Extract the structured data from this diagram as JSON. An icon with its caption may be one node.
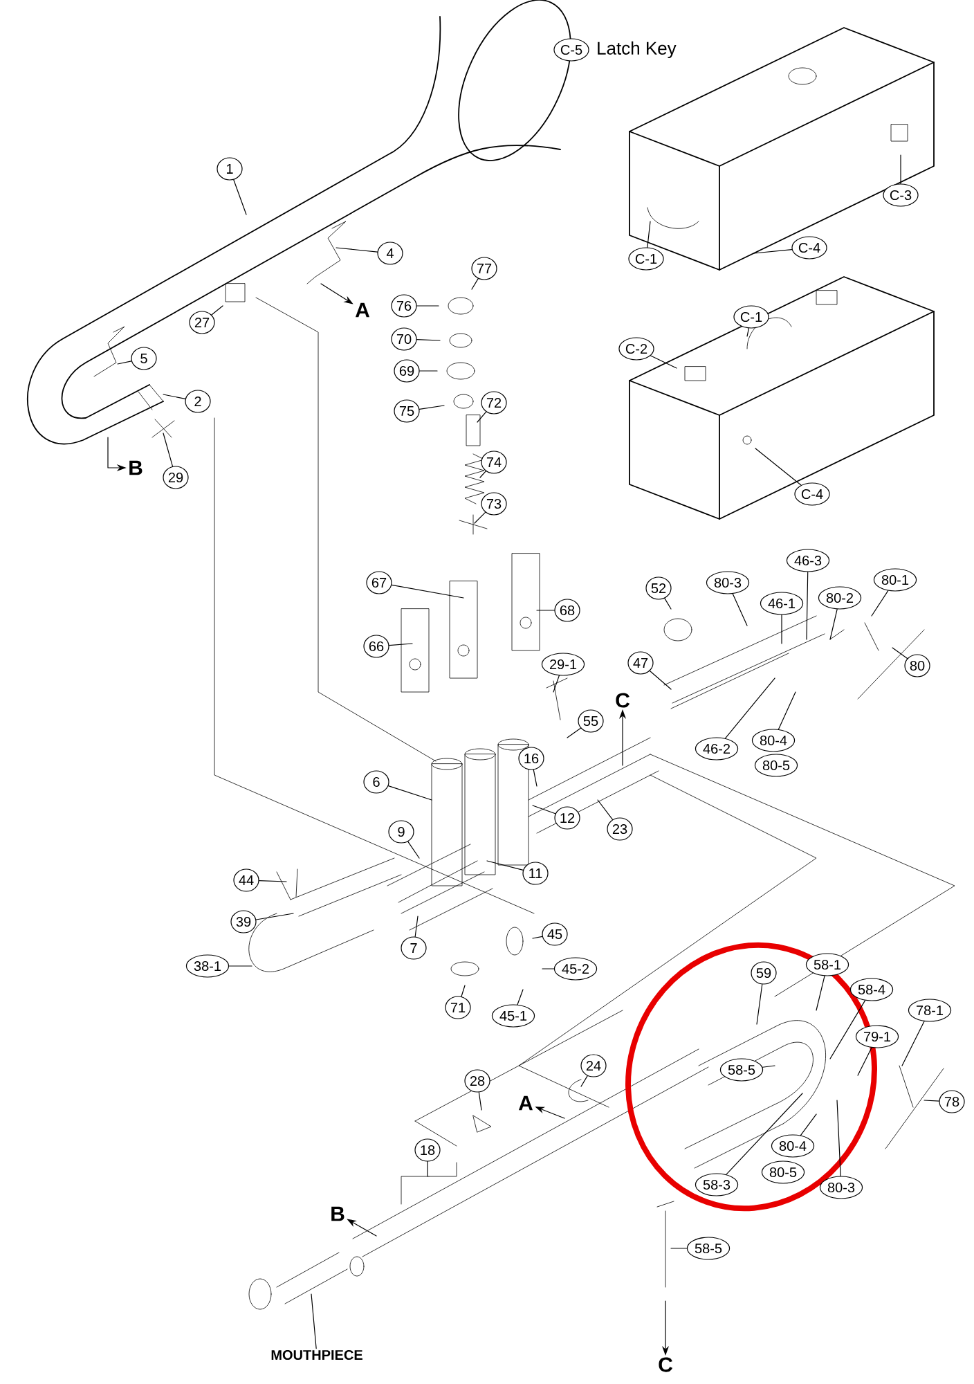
{
  "diagram": {
    "nodes": [
      {
        "text": [
          "C-5"
        ],
        "beside": [
          "Latch Key"
        ]
      },
      {
        "text": [
          "1"
        ]
      },
      {
        "text": [
          "C-3"
        ]
      },
      {
        "text": [
          "4"
        ]
      },
      {
        "text": [
          "C-1"
        ]
      },
      {
        "text": [
          "C-4"
        ]
      },
      {
        "text": [
          "77"
        ]
      },
      {
        "text": [
          "76"
        ]
      },
      {
        "text": [
          "A"
        ]
      },
      {
        "text": [
          "C-1"
        ]
      },
      {
        "text": [
          "27"
        ]
      },
      {
        "text": [
          "70"
        ]
      },
      {
        "text": [
          "C-2"
        ]
      },
      {
        "text": [
          "5"
        ]
      },
      {
        "text": [
          "69"
        ]
      },
      {
        "text": [
          "2"
        ]
      },
      {
        "text": [
          "72"
        ]
      },
      {
        "text": [
          "75"
        ]
      },
      {
        "text": [
          "74"
        ]
      },
      {
        "text": [
          "B"
        ]
      },
      {
        "text": [
          "29"
        ]
      },
      {
        "text": [
          "C-4"
        ]
      },
      {
        "text": [
          "73"
        ]
      },
      {
        "text": [
          "80-3"
        ]
      },
      {
        "text": [
          "46-3"
        ]
      },
      {
        "text": [
          "67"
        ]
      },
      {
        "text": [
          "52"
        ]
      },
      {
        "text": [
          "46-1"
        ]
      },
      {
        "text": [
          "80-1"
        ]
      },
      {
        "text": [
          "80-2"
        ]
      },
      {
        "text": [
          "68"
        ]
      },
      {
        "text": [
          "66"
        ]
      },
      {
        "text": [
          "47"
        ]
      },
      {
        "text": [
          "29-1"
        ]
      },
      {
        "text": [
          "80"
        ]
      },
      {
        "text": [
          "C"
        ]
      },
      {
        "text": [
          "55"
        ]
      },
      {
        "text": [
          "80-4"
        ]
      },
      {
        "text": [
          "46-2"
        ]
      },
      {
        "text": [
          "16"
        ]
      },
      {
        "text": [
          "80-5"
        ]
      },
      {
        "text": [
          "6"
        ]
      },
      {
        "text": [
          "12"
        ]
      },
      {
        "text": [
          "23"
        ]
      },
      {
        "text": [
          "9"
        ]
      },
      {
        "text": [
          "11"
        ]
      },
      {
        "text": [
          "44"
        ]
      },
      {
        "text": [
          "39"
        ]
      },
      {
        "text": [
          "45"
        ]
      },
      {
        "text": [
          "7"
        ]
      },
      {
        "text": [
          "38-1"
        ]
      },
      {
        "text": [
          "45-2"
        ]
      },
      {
        "text": [
          "71"
        ]
      },
      {
        "text": [
          "45-1"
        ]
      },
      {
        "text": [
          "59"
        ]
      },
      {
        "text": [
          "58-1"
        ]
      },
      {
        "text": [
          "58-4"
        ]
      },
      {
        "text": [
          "78-1"
        ]
      },
      {
        "text": [
          "79-1"
        ]
      },
      {
        "text": [
          "24"
        ]
      },
      {
        "text": [
          "58-5"
        ]
      },
      {
        "text": [
          "28"
        ]
      },
      {
        "text": [
          "A"
        ]
      },
      {
        "text": [
          "78"
        ]
      },
      {
        "text": [
          "80-4"
        ]
      },
      {
        "text": [
          "18"
        ]
      },
      {
        "text": [
          "80-5"
        ]
      },
      {
        "text": [
          "80-3"
        ]
      },
      {
        "text": [
          "58-3"
        ]
      },
      {
        "text": [
          "B"
        ]
      },
      {
        "text": [
          "58-5"
        ]
      },
      {
        "text": [
          "MOUTHPIECE"
        ]
      },
      {
        "text": [
          "C"
        ]
      }
    ],
    "edges": [
      {
        "from": 1,
        "to": null,
        "arrow": "none"
      },
      {
        "from": 2,
        "to": null,
        "arrow": "none"
      },
      {
        "from": 3,
        "to": null,
        "arrow": "none"
      },
      {
        "from": 4,
        "to": null,
        "arrow": "none"
      },
      {
        "from": 5,
        "to": null,
        "arrow": "none"
      },
      {
        "from": 6,
        "to": null,
        "arrow": "none"
      },
      {
        "from": 7,
        "to": null,
        "arrow": "none"
      },
      {
        "from": null,
        "to": 8,
        "arrow": "to"
      },
      {
        "from": 9,
        "to": null,
        "arrow": "none"
      },
      {
        "from": 10,
        "to": null,
        "arrow": "none"
      },
      {
        "from": 11,
        "to": null,
        "arrow": "none"
      },
      {
        "from": 12,
        "to": null,
        "arrow": "none"
      },
      {
        "from": 13,
        "to": null,
        "arrow": "none"
      },
      {
        "from": 14,
        "to": null,
        "arrow": "none"
      },
      {
        "from": 15,
        "to": null,
        "arrow": "none"
      },
      {
        "from": 16,
        "to": null,
        "arrow": "none"
      },
      {
        "from": 17,
        "to": null,
        "arrow": "none"
      },
      {
        "from": 18,
        "to": null,
        "arrow": "none"
      },
      {
        "from": null,
        "to": 19,
        "arrow": "to"
      },
      {
        "from": 20,
        "to": null,
        "arrow": "none"
      },
      {
        "from": 21,
        "to": null,
        "arrow": "none"
      },
      {
        "from": 22,
        "to": null,
        "arrow": "none"
      },
      {
        "from": 23,
        "to": null,
        "arrow": "none"
      },
      {
        "from": 24,
        "to": null,
        "arrow": "none"
      },
      {
        "from": 25,
        "to": null,
        "arrow": "none"
      },
      {
        "from": 26,
        "to": null,
        "arrow": "none"
      },
      {
        "from": 27,
        "to": null,
        "arrow": "none"
      },
      {
        "from": 28,
        "to": null,
        "arrow": "none"
      },
      {
        "from": 29,
        "to": null,
        "arrow": "none"
      },
      {
        "from": 30,
        "to": null,
        "arrow": "none"
      },
      {
        "from": 31,
        "to": null,
        "arrow": "none"
      },
      {
        "from": 32,
        "to": null,
        "arrow": "none"
      },
      {
        "from": 33,
        "to": null,
        "arrow": "none"
      },
      {
        "from": 34,
        "to": null,
        "arrow": "none"
      },
      {
        "from": null,
        "to": 35,
        "arrow": "to"
      },
      {
        "from": 36,
        "to": null,
        "arrow": "none"
      },
      {
        "from": 37,
        "to": null,
        "arrow": "none"
      },
      {
        "from": 38,
        "to": null,
        "arrow": "none"
      },
      {
        "from": 39,
        "to": null,
        "arrow": "none"
      },
      {
        "from": 41,
        "to": null,
        "arrow": "none"
      },
      {
        "from": 42,
        "to": null,
        "arrow": "none"
      },
      {
        "from": 43,
        "to": null,
        "arrow": "none"
      },
      {
        "from": 44,
        "to": null,
        "arrow": "none"
      },
      {
        "from": 45,
        "to": null,
        "arrow": "none"
      },
      {
        "from": 46,
        "to": null,
        "arrow": "none"
      },
      {
        "from": 47,
        "to": null,
        "arrow": "none"
      },
      {
        "from": 48,
        "to": null,
        "arrow": "none"
      },
      {
        "from": 49,
        "to": null,
        "arrow": "none"
      },
      {
        "from": 50,
        "to": null,
        "arrow": "none"
      },
      {
        "from": 51,
        "to": null,
        "arrow": "none"
      },
      {
        "from": 52,
        "to": null,
        "arrow": "none"
      },
      {
        "from": 53,
        "to": null,
        "arrow": "none"
      },
      {
        "from": 54,
        "to": null,
        "arrow": "none"
      },
      {
        "from": 55,
        "to": null,
        "arrow": "none"
      },
      {
        "from": 56,
        "to": null,
        "arrow": "none"
      },
      {
        "from": 57,
        "to": null,
        "arrow": "none"
      },
      {
        "from": 58,
        "to": null,
        "arrow": "none"
      },
      {
        "from": 59,
        "to": null,
        "arrow": "none"
      },
      {
        "from": 60,
        "to": null,
        "arrow": "none"
      },
      {
        "from": 61,
        "to": null,
        "arrow": "none"
      },
      {
        "from": null,
        "to": 62,
        "arrow": "to"
      },
      {
        "from": 63,
        "to": null,
        "arrow": "none"
      },
      {
        "from": 64,
        "to": null,
        "arrow": "none"
      },
      {
        "from": 65,
        "to": null,
        "arrow": "none"
      },
      {
        "from": 67,
        "to": null,
        "arrow": "none"
      },
      {
        "from": 68,
        "to": null,
        "arrow": "none"
      },
      {
        "from": null,
        "to": 69,
        "arrow": "to"
      },
      {
        "from": 70,
        "to": null,
        "arrow": "none"
      },
      {
        "from": 71,
        "to": null,
        "arrow": "none"
      },
      {
        "from": null,
        "to": 72,
        "arrow": "to"
      }
    ]
  }
}
